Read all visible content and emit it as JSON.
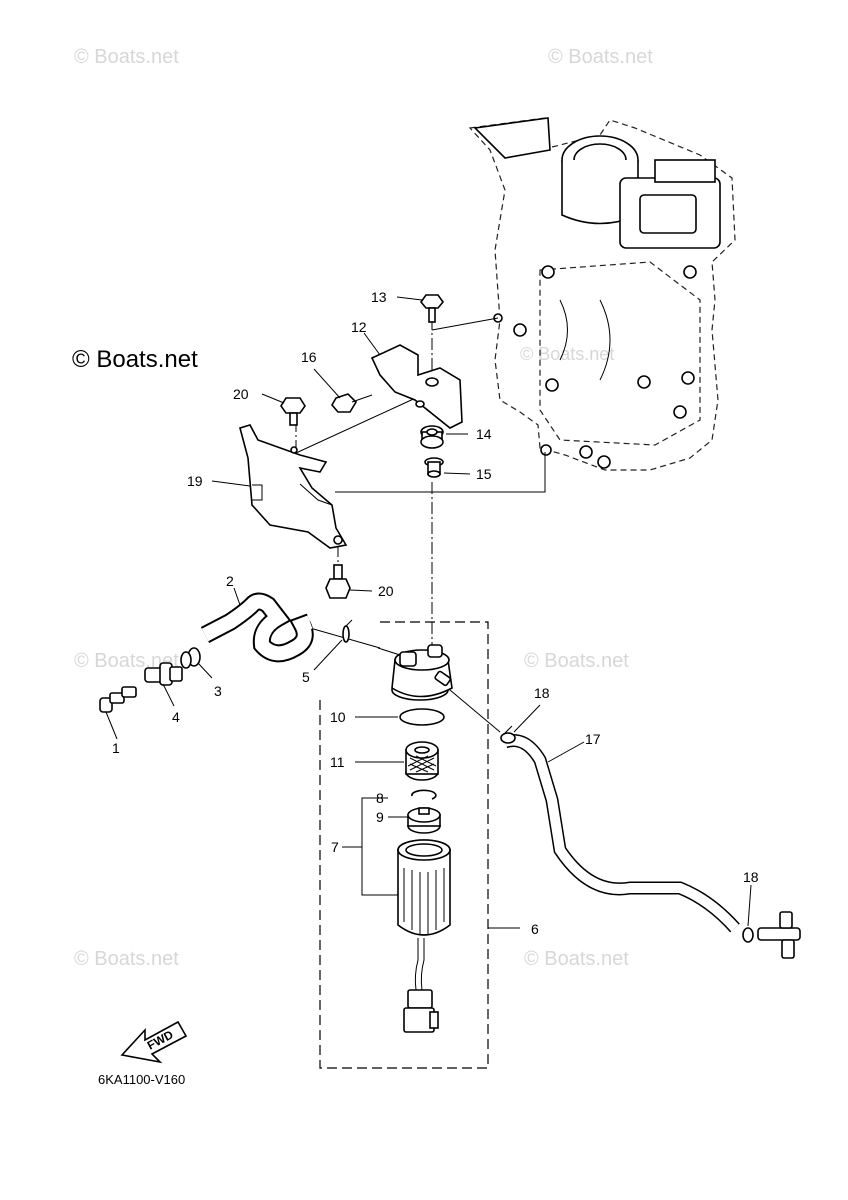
{
  "watermarks": {
    "top_left": "© Boats.net",
    "top_right": "© Boats.net",
    "mid_left": "© Boats.net",
    "mid_right": "© Boats.net",
    "bottom_left": "© Boats.net",
    "bottom_right": "© Boats.net",
    "engine": "© Boats.net",
    "prominent": "© Boats.net"
  },
  "diagram_code": "6KA1100-V160",
  "fwd_label": "FWD",
  "callouts": {
    "c1": "1",
    "c2": "2",
    "c3": "3",
    "c4": "4",
    "c5": "5",
    "c6": "6",
    "c7": "7",
    "c8": "8",
    "c9": "9",
    "c10": "10",
    "c11": "11",
    "c12": "12",
    "c13": "13",
    "c14": "14",
    "c15": "15",
    "c16": "16",
    "c17": "17",
    "c18a": "18",
    "c18b": "18",
    "c19": "19",
    "c20a": "20",
    "c20b": "20"
  }
}
